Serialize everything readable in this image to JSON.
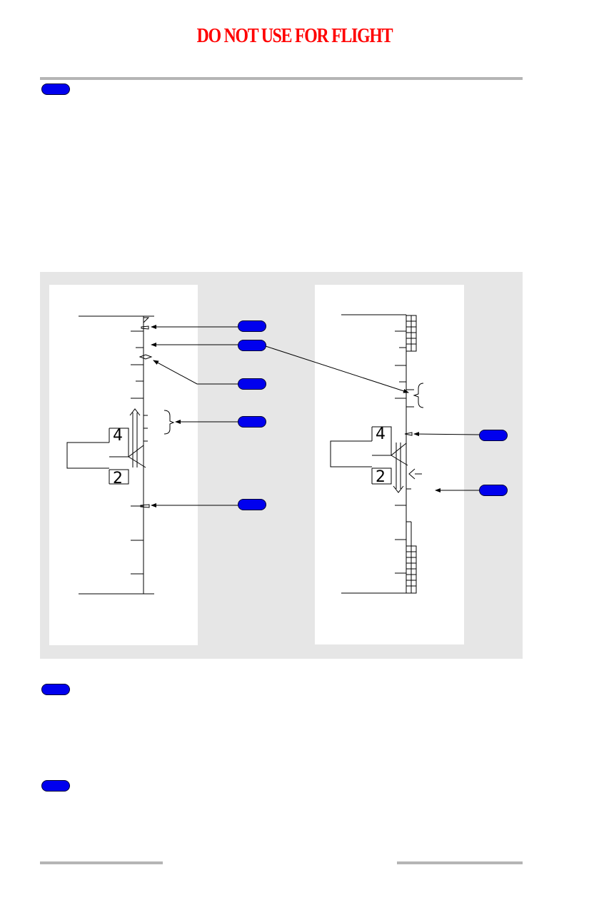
{
  "banner": {
    "text": "DO NOT USE FOR FLIGHT",
    "color": "#ff0000"
  },
  "colors": {
    "marker": "#0000ee",
    "rule": "#b5b5b5",
    "panel": "#e6e6e6"
  },
  "left_instrument": {
    "upper_digit": "4",
    "lower_digit": "2"
  },
  "right_instrument": {
    "upper_digit": "4",
    "lower_digit": "2"
  }
}
